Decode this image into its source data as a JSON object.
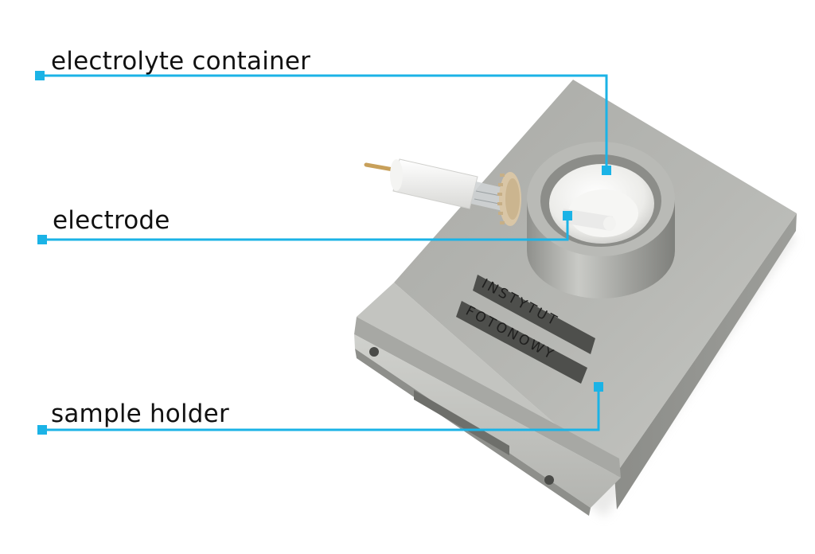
{
  "diagram": {
    "callouts": [
      {
        "id": "electrolyte-container",
        "label": "electrolyte container"
      },
      {
        "id": "electrode",
        "label": "electrode"
      },
      {
        "id": "sample-holder",
        "label": "sample holder"
      }
    ],
    "device_engraving": {
      "line1": "INSTYTUT",
      "line2": "FOTONOWY"
    },
    "colors": {
      "leader_line": "#1bb3e6",
      "background": "#ffffff",
      "text": "#111111",
      "metal_light": "#b9bab6",
      "metal_mid": "#a3a4a0",
      "metal_dark": "#7c7d79",
      "ptfe_white": "#f0f0ee",
      "gear_ring": "#d9c6a6",
      "engraving_plate": "#4e4f4c"
    }
  }
}
